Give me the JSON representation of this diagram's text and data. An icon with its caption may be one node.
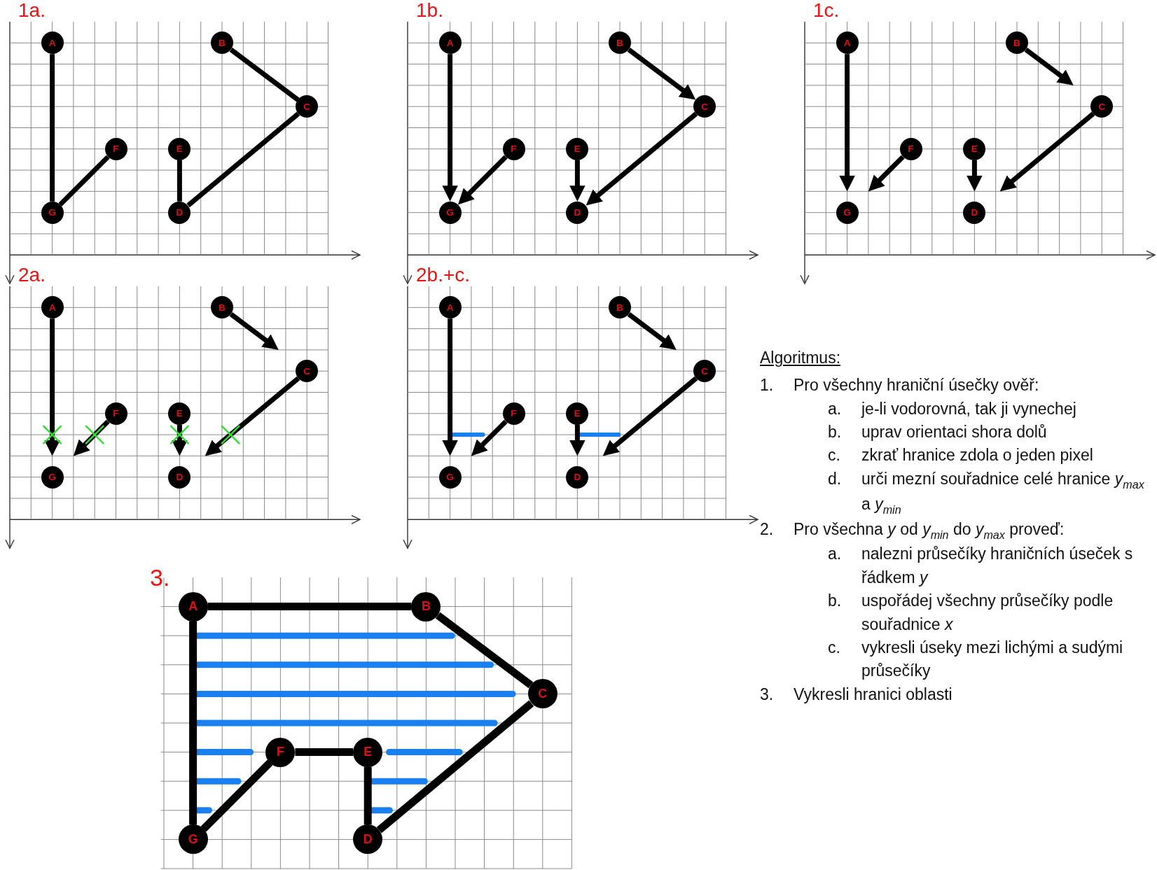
{
  "diagram": {
    "nodes": [
      {
        "text": [
          "1a."
        ]
      },
      {
        "text": [
          "A"
        ],
        "in": 0
      },
      {
        "text": [
          "B"
        ],
        "in": 0
      },
      {
        "text": [
          "C"
        ],
        "in": 0
      },
      {
        "text": [
          "D"
        ],
        "in": 0
      },
      {
        "text": [
          "E"
        ],
        "in": 0
      },
      {
        "text": [
          "F"
        ],
        "in": 0
      },
      {
        "text": [
          "G"
        ],
        "in": 0
      },
      {
        "text": [
          "1b."
        ]
      },
      {
        "text": [
          "A"
        ],
        "in": 8
      },
      {
        "text": [
          "B"
        ],
        "in": 8
      },
      {
        "text": [
          "C"
        ],
        "in": 8
      },
      {
        "text": [
          "D"
        ],
        "in": 8
      },
      {
        "text": [
          "E"
        ],
        "in": 8
      },
      {
        "text": [
          "F"
        ],
        "in": 8
      },
      {
        "text": [
          "G"
        ],
        "in": 8
      },
      {
        "text": [
          "1c."
        ]
      },
      {
        "text": [
          "A"
        ],
        "in": 16
      },
      {
        "text": [
          "B"
        ],
        "in": 16
      },
      {
        "text": [
          "C"
        ],
        "in": 16
      },
      {
        "text": [
          "D"
        ],
        "in": 16
      },
      {
        "text": [
          "E"
        ],
        "in": 16
      },
      {
        "text": [
          "F"
        ],
        "in": 16
      },
      {
        "text": [
          "G"
        ],
        "in": 16
      },
      {
        "text": [
          "2a."
        ]
      },
      {
        "text": [
          "A"
        ],
        "in": 24
      },
      {
        "text": [
          "B"
        ],
        "in": 24
      },
      {
        "text": [
          "C"
        ],
        "in": 24
      },
      {
        "text": [
          "D"
        ],
        "in": 24
      },
      {
        "text": [
          "E"
        ],
        "in": 24
      },
      {
        "text": [
          "F"
        ],
        "in": 24
      },
      {
        "text": [
          "G"
        ],
        "in": 24
      },
      {
        "text": [
          "2b.+c."
        ]
      },
      {
        "text": [
          "A"
        ],
        "in": 32
      },
      {
        "text": [
          "B"
        ],
        "in": 32
      },
      {
        "text": [
          "C"
        ],
        "in": 32
      },
      {
        "text": [
          "D"
        ],
        "in": 32
      },
      {
        "text": [
          "E"
        ],
        "in": 32
      },
      {
        "text": [
          "F"
        ],
        "in": 32
      },
      {
        "text": [
          "G"
        ],
        "in": 32
      },
      {
        "text": [
          "3."
        ]
      },
      {
        "text": [
          "A"
        ],
        "in": 40
      },
      {
        "text": [
          "B"
        ],
        "in": 40
      },
      {
        "text": [
          "C"
        ],
        "in": 40
      },
      {
        "text": [
          "D"
        ],
        "in": 40
      },
      {
        "text": [
          "E"
        ],
        "in": 40
      },
      {
        "text": [
          "F"
        ],
        "in": 40
      },
      {
        "text": [
          "G"
        ],
        "in": 40
      }
    ],
    "edges": [
      {
        "from": 1,
        "to": 7,
        "arrow": "none"
      },
      {
        "from": 6,
        "to": 7,
        "arrow": "none"
      },
      {
        "from": 2,
        "to": 3,
        "arrow": "none"
      },
      {
        "from": 5,
        "to": 4,
        "arrow": "none"
      },
      {
        "from": 3,
        "to": 4,
        "arrow": "none"
      },
      {
        "from": 9,
        "to": 15,
        "arrow": "to"
      },
      {
        "from": 14,
        "to": 15,
        "arrow": "to"
      },
      {
        "from": 10,
        "to": 11,
        "arrow": "to"
      },
      {
        "from": 13,
        "to": 12,
        "arrow": "to"
      },
      {
        "from": 11,
        "to": 12,
        "arrow": "to"
      },
      {
        "from": 17,
        "to": 23,
        "arrow": "to"
      },
      {
        "from": 22,
        "to": 23,
        "arrow": "to"
      },
      {
        "from": 18,
        "to": 19,
        "arrow": "to"
      },
      {
        "from": 21,
        "to": 20,
        "arrow": "to"
      },
      {
        "from": 19,
        "to": 20,
        "arrow": "to"
      },
      {
        "from": 25,
        "to": 31,
        "arrow": "to"
      },
      {
        "from": 30,
        "to": 31,
        "arrow": "to"
      },
      {
        "from": 26,
        "to": 27,
        "arrow": "to"
      },
      {
        "from": 29,
        "to": 28,
        "arrow": "to"
      },
      {
        "from": 27,
        "to": 28,
        "arrow": "to"
      },
      {
        "from": 33,
        "to": 39,
        "arrow": "to"
      },
      {
        "from": 38,
        "to": 39,
        "arrow": "to"
      },
      {
        "from": 34,
        "to": 35,
        "arrow": "to"
      },
      {
        "from": 37,
        "to": 36,
        "arrow": "to"
      },
      {
        "from": 35,
        "to": 36,
        "arrow": "to"
      },
      {
        "from": 41,
        "to": 42,
        "arrow": "none"
      },
      {
        "from": 42,
        "to": 43,
        "arrow": "none"
      },
      {
        "from": 43,
        "to": 44,
        "arrow": "none"
      },
      {
        "from": 44,
        "to": 45,
        "arrow": "none"
      },
      {
        "from": 45,
        "to": 46,
        "arrow": "none"
      },
      {
        "from": 46,
        "to": 47,
        "arrow": "none"
      },
      {
        "from": 47,
        "to": 41,
        "arrow": "none"
      }
    ],
    "labels": [
      "Algoritmus:",
      "1.",
      "Pro všechny hraniční úsečky ověř:",
      "a.",
      "je-li vodorovná, tak ji vynechej",
      "b.",
      "uprav orientaci shora dolů",
      "c.",
      "zkrať hranice zdola o jeden pixel",
      "d.",
      "urči mezní souřadnice celé hranice *y*$_{max}$ a *y*$_{min}$",
      "2.",
      "Pro všechna *y* od *y*$_{min}$ do *y*$_{max}$ proveď:",
      "a.",
      "nalezni průsečíky hraničních úseček s řádkem *y*",
      "b.",
      "uspořádej všechny průsečíky podle souřadnice *x*",
      "c.",
      "vykresli úseky mezi lichými a sudými průsečíky",
      "3.",
      "Vykresli hranici oblasti"
    ]
  }
}
